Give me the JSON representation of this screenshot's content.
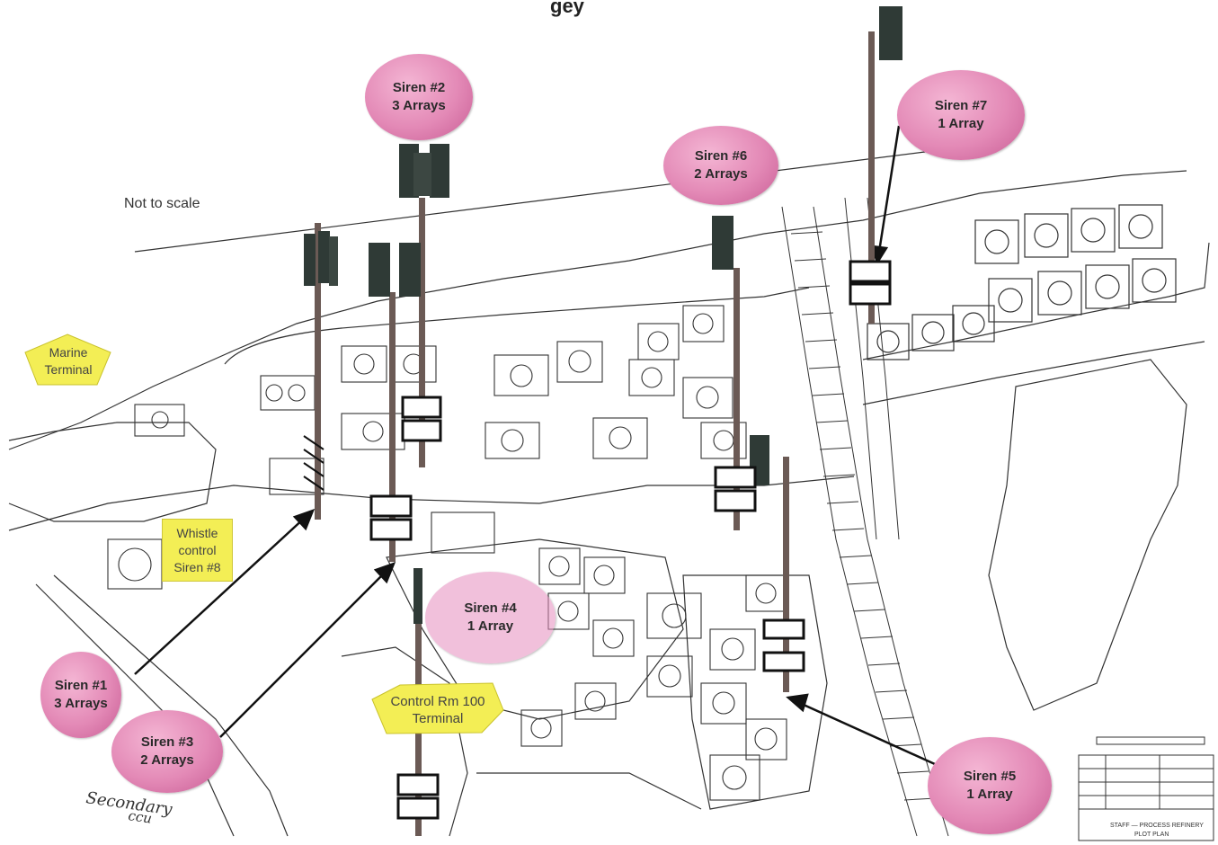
{
  "header": {
    "title_fragment": "gey"
  },
  "note": "Not to scale",
  "sirens": [
    {
      "line1": "Siren #1",
      "line2": "3 Arrays"
    },
    {
      "line1": "Siren #2",
      "line2": "3 Arrays"
    },
    {
      "line1": "Siren #3",
      "line2": "2 Arrays"
    },
    {
      "line1": "Siren #4",
      "line2": "1 Array"
    },
    {
      "line1": "Siren #5",
      "line2": "1 Array"
    },
    {
      "line1": "Siren #6",
      "line2": "2 Arrays"
    },
    {
      "line1": "Siren #7",
      "line2": "1 Array"
    }
  ],
  "markers": {
    "marine_terminal": {
      "line1": "Marine",
      "line2": "Terminal"
    },
    "whistle_control": {
      "line1": "Whistle",
      "line2": "control",
      "line3": "Siren #8"
    },
    "control_room": {
      "line1": "Control Rm 100",
      "line2": "Terminal"
    }
  },
  "handwriting": {
    "line1": "Secondary",
    "line2": "ccu"
  },
  "colors": {
    "bubble": "#e389b6",
    "marker": "#f3ee55",
    "pole": "#6b5a55",
    "speaker": "#2f3a36",
    "lines": "#222222"
  },
  "title_block": {
    "line1": "STAFF — PROCESS REFINERY",
    "line2": "PLOT PLAN"
  }
}
